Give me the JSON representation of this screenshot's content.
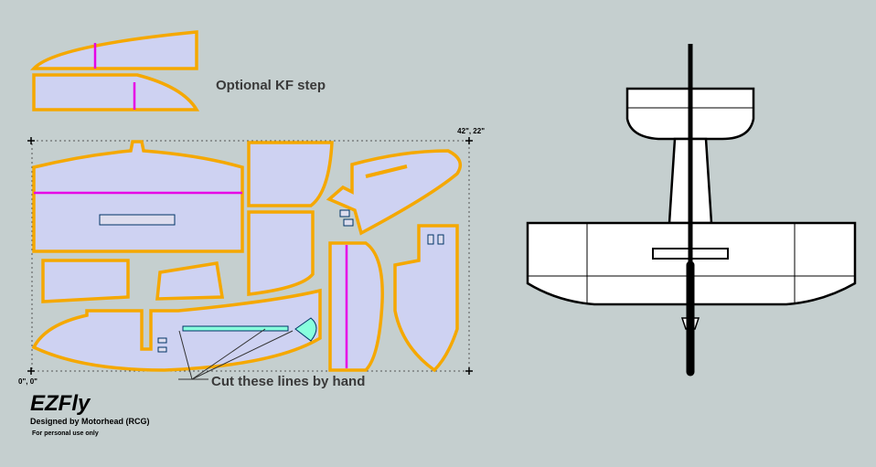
{
  "annotations": {
    "kf_step": "Optional KF step",
    "cut_lines": "Cut these lines by hand",
    "coord_max": "42\", 22\"",
    "coord_origin": "0\", 0\""
  },
  "title_block": {
    "title": "EZFly",
    "designer": "Designed by Motorhead (RCG)",
    "usage": "For personal use only"
  },
  "colors": {
    "background": "#c5cfcf",
    "part_fill": "#ced2f2",
    "cut_outline": "#f5a800",
    "fold_line": "#e600e6",
    "marker": "#1a8a1a"
  }
}
